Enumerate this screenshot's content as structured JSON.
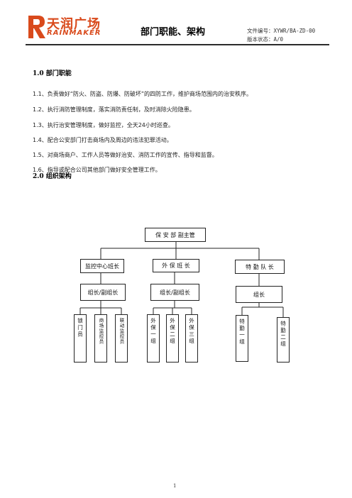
{
  "header": {
    "logo_cn": "天润广场",
    "logo_en": "RAINMAKER",
    "title": "部门职能、架构",
    "doc_no": "文件编号：XYWR/BA-ZD-00",
    "version": "版本状态：A/0"
  },
  "sections": {
    "duties_title": "1.0 部门职能",
    "duties": [
      "1.1、负责做好“防火、防盗、防爆、防破坏”的四防工作，维护商场范围内的治安秩序。",
      "1.2、执行消防管理制度，落实消防责任制，及时消除火险隐患。",
      "1.3、执行治安管理制度，做好监控，全天24小时巡查。",
      "1.4、配合公安部门打击商场内及周边的违法犯罪活动。",
      "1.5、对商场商户、工作人员等做好治安、消防工作的宣传、指导和监督。",
      "1.6、指导或配合公司其他部门做好安全管理工作。"
    ],
    "org_title": "2.0 组织架构"
  },
  "org": {
    "root": "保 安 部 副主管",
    "level2": [
      "监控中心班长",
      "外 保 班 长",
      "特 勤 队 长"
    ],
    "level3": [
      "组长/副组长",
      "组长/副组长",
      "组长"
    ],
    "leaves_a": [
      "锁门员",
      "商场监控员",
      "联动监控员"
    ],
    "leaves_b": [
      "外保一组",
      "外保二组",
      "外保三组"
    ],
    "leaves_c": [
      "特勤一组",
      "特勤二组"
    ]
  },
  "footer": {
    "page": "1"
  },
  "colors": {
    "brand": "#d94a1c",
    "rule": "#2b2b2b"
  }
}
